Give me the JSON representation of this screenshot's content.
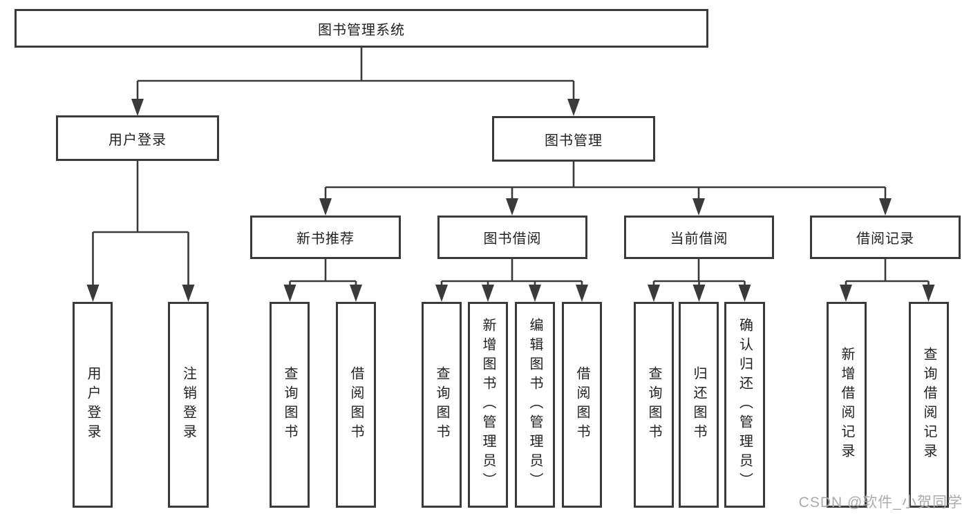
{
  "tree": {
    "root": {
      "label": "图书管理系统",
      "children": [
        {
          "label": "用户登录",
          "children": [
            {
              "label": "用户登录"
            },
            {
              "label": "注销登录"
            }
          ]
        },
        {
          "label": "图书管理",
          "children": [
            {
              "label": "新书推荐",
              "children": [
                {
                  "label": "查询图书"
                },
                {
                  "label": "借阅图书"
                }
              ]
            },
            {
              "label": "图书借阅",
              "children": [
                {
                  "label": "查询图书"
                },
                {
                  "label": "新增图书（管理员）"
                },
                {
                  "label": "编辑图书（管理员）"
                },
                {
                  "label": "借阅图书"
                }
              ]
            },
            {
              "label": "当前借阅",
              "children": [
                {
                  "label": "查询图书"
                },
                {
                  "label": "归还图书"
                },
                {
                  "label": "确认归还（管理员）"
                }
              ]
            },
            {
              "label": "借阅记录",
              "children": [
                {
                  "label": "新增借阅记录"
                },
                {
                  "label": "查询借阅记录"
                }
              ]
            }
          ]
        }
      ]
    }
  },
  "watermark": {
    "text": "CSDN @软件_小贺同学"
  },
  "colors": {
    "line": "#3a3a3a",
    "box_border": "#3a3a3a",
    "text": "#222222",
    "watermark": "#ababab",
    "background": "#ffffff"
  }
}
